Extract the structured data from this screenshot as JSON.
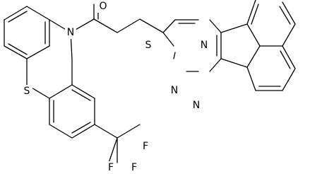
{
  "atoms": {
    "O": "O",
    "N_phenothiazine": "N",
    "S_ring": "S",
    "S_thioether": "S",
    "N_triazine_upper": "N",
    "N_triazine_left": "N",
    "N_triazine_lower": "N",
    "F_top": "F",
    "F_left": "F",
    "F_right": "F"
  },
  "colors": {
    "bond": "#000000",
    "background": "#ffffff",
    "text": "#000000"
  }
}
